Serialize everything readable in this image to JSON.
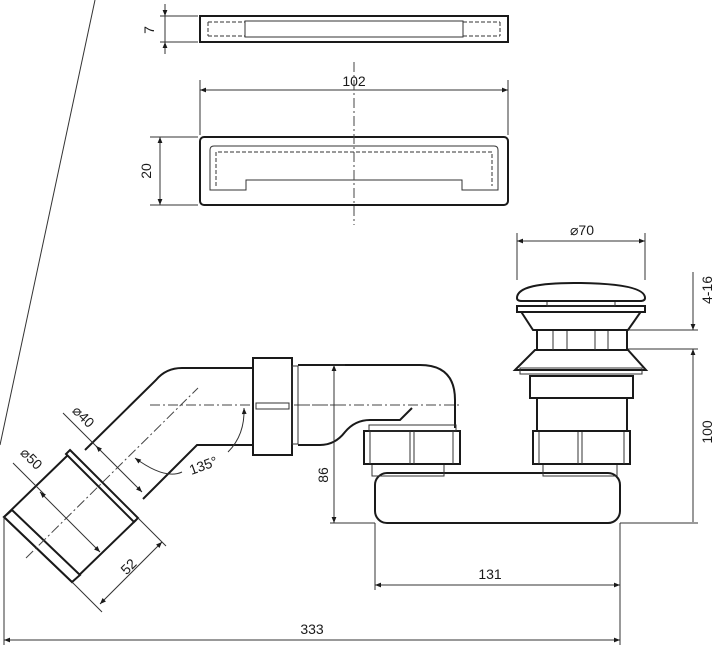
{
  "dimensions": {
    "cover_thickness": "7",
    "cover_length": "102",
    "cover_width": "20",
    "plug_diameter": "⌀70",
    "plug_lift": "4-16",
    "waste_height": "100",
    "pipe_diameter": "⌀40",
    "outlet_diameter": "⌀50",
    "outlet_angle": "135°",
    "trap_height": "86",
    "outlet_length": "52",
    "trap_spacing": "131",
    "overall_length": "333"
  }
}
